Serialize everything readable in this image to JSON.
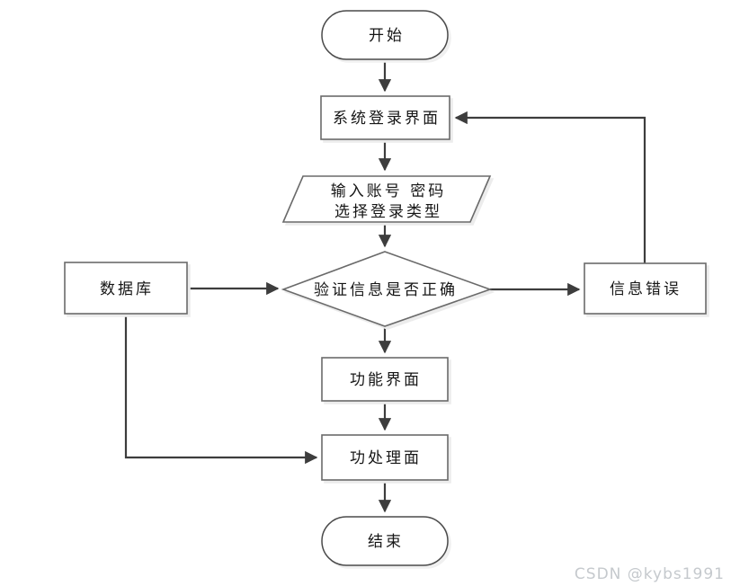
{
  "diagram": {
    "kind": "flowchart",
    "nodes": {
      "start": {
        "label": "开始",
        "shape": "terminator"
      },
      "login_screen": {
        "label": "系统登录界面",
        "shape": "process"
      },
      "input_credentials": {
        "line1": "输入账号 密码",
        "line2": "选择登录类型",
        "shape": "input-parallelogram"
      },
      "verify": {
        "label": "验证信息是否正确",
        "shape": "decision-diamond"
      },
      "database": {
        "label": "数据库",
        "shape": "process"
      },
      "info_error": {
        "label": "信息错误",
        "shape": "process"
      },
      "function_screen": {
        "label": "功能界面",
        "shape": "process"
      },
      "function_process": {
        "label": "功处理面",
        "shape": "process"
      },
      "end": {
        "label": "结束",
        "shape": "terminator"
      }
    },
    "colors": {
      "node_fill": "#ffffff",
      "node_border": "#6a6a6a",
      "terminator_border": "#4a4a4a",
      "arrow": "#3d3d3d",
      "text": "#161616",
      "shadow": "#ececec"
    }
  },
  "watermark": {
    "text": "CSDN @kybs1991",
    "color": "#c5c9cd"
  }
}
